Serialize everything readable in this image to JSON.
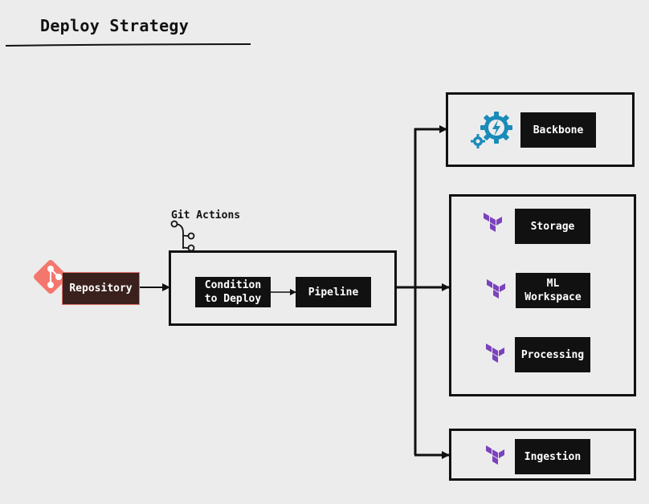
{
  "title": "Deploy Strategy",
  "repository": {
    "label": "Repository",
    "icon": "git-icon",
    "color": "#f4776e"
  },
  "git_actions": {
    "label": "Git Actions",
    "icon": "git-branch-icon"
  },
  "pipeline_group": {
    "condition_label": "Condition\nto Deploy",
    "pipeline_label": "Pipeline"
  },
  "targets": {
    "backbone": {
      "label": "Backbone",
      "icon": "azure-automation-icon",
      "color": "#1a8bb9"
    },
    "terraform_group": [
      {
        "label": "Storage",
        "icon": "terraform-icon"
      },
      {
        "label": "ML\nWorkspace",
        "icon": "terraform-icon"
      },
      {
        "label": "Processing",
        "icon": "terraform-icon"
      }
    ],
    "ingestion": {
      "label": "Ingestion",
      "icon": "terraform-icon"
    }
  },
  "colors": {
    "terraform": "#7b42bc",
    "ink": "#111111",
    "background": "#ececec"
  }
}
